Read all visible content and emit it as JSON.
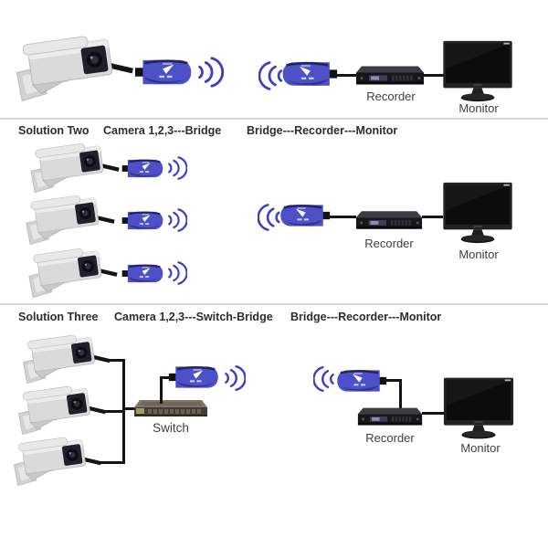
{
  "sections": {
    "solution_one": {
      "recorder_label": "Recorder",
      "monitor_label": "Monitor"
    },
    "solution_two": {
      "name": "Solution Two",
      "left_chain": "Camera 1,2,3---Bridge",
      "right_chain": "Bridge---Recorder---Monitor",
      "recorder_label": "Recorder",
      "monitor_label": "Monitor"
    },
    "solution_three": {
      "name": "Solution Three",
      "left_chain": "Camera 1,2,3---Switch-Bridge",
      "right_chain": "Bridge---Recorder---Monitor",
      "switch_label": "Switch",
      "recorder_label": "Recorder",
      "monitor_label": "Monitor"
    }
  },
  "colors": {
    "background": "#ffffff",
    "bridge_body": "#4d50c6",
    "bridge_shade": "#33348e",
    "bridge_top": "#1b1b52",
    "wave": "#3d3ec2",
    "camera_body": "#dadada",
    "recorder_body": "#17171a",
    "monitor_body": "#222222",
    "switch_top": "#7d7668",
    "switch_front": "#433d33",
    "divider": "#d8d8d8",
    "heading_text": "#2e2e2e",
    "label_text": "#404040"
  },
  "icons": {
    "camera": "cctv-camera-icon",
    "bridge": "wireless-bridge-icon",
    "waves_transmit": "wifi-transmit-icon",
    "waves_receive": "wifi-receive-icon",
    "recorder": "recorder-icon",
    "monitor": "monitor-icon",
    "switch": "network-switch-icon"
  }
}
